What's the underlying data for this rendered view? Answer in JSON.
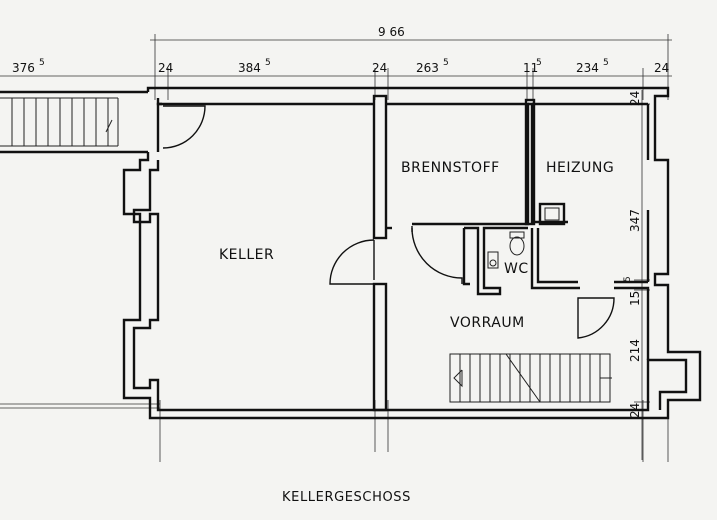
{
  "title": "KELLERGESCHOSS",
  "rooms": {
    "keller": "KELLER",
    "brennstoff": "BRENNSTOFF",
    "heizung": "HEIZUNG",
    "wc": "WC",
    "vorraum": "VORRAUM"
  },
  "dimensions": {
    "total": "9 66",
    "d376": "376",
    "d376_sup": "5",
    "d24a": "24",
    "d384": "384",
    "d384_sup": "5",
    "d24b": "24",
    "d263": "263",
    "d263_sup": "5",
    "d11": "11",
    "d11_sup": "5",
    "d234": "234",
    "d234_sup": "5",
    "d24c": "24",
    "v24top": "24",
    "v347": "347",
    "v15": "15",
    "v15_sup": "5",
    "v214": "214",
    "v24bot": "24"
  }
}
